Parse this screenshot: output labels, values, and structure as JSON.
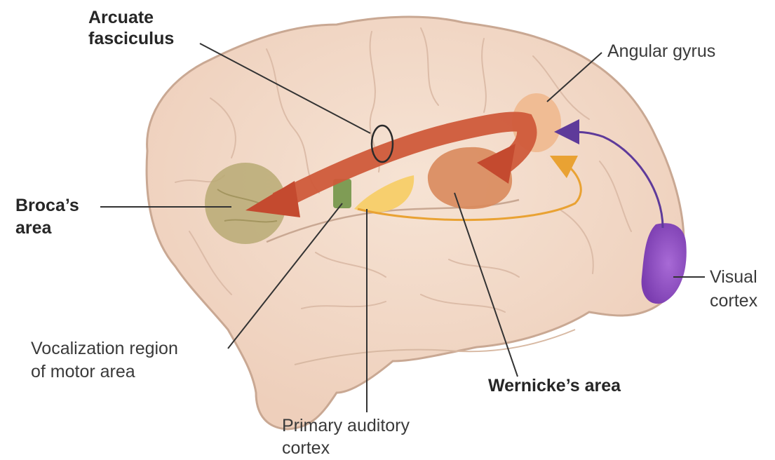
{
  "labels": {
    "arcuate_line1": "Arcuate",
    "arcuate_line2": "fasciculus",
    "angular": "Angular gyrus",
    "broca_line1": "Broca’s",
    "broca_line2": "area",
    "visual_line1": "Visual",
    "visual_line2": "cortex",
    "vocal_line1": "Vocalization region",
    "vocal_line2": "of motor area",
    "wernicke": "Wernicke’s area",
    "auditory_line1": "Primary auditory",
    "auditory_line2": "cortex"
  },
  "colors": {
    "brain_fill": "#f3dccb",
    "brain_outline": "#c9a893",
    "broca": "#b8aa74",
    "motor": "#7f9c55",
    "auditory": "#f7cf6e",
    "wernicke": "#d98a5c",
    "angular": "#efb88e",
    "visual": "#8e4fc2",
    "arcuate_arrow": "#cf5a3a",
    "auditory_arrow": "#e9a233",
    "visual_arrow": "#5e3a9a",
    "leader": "#333333"
  }
}
